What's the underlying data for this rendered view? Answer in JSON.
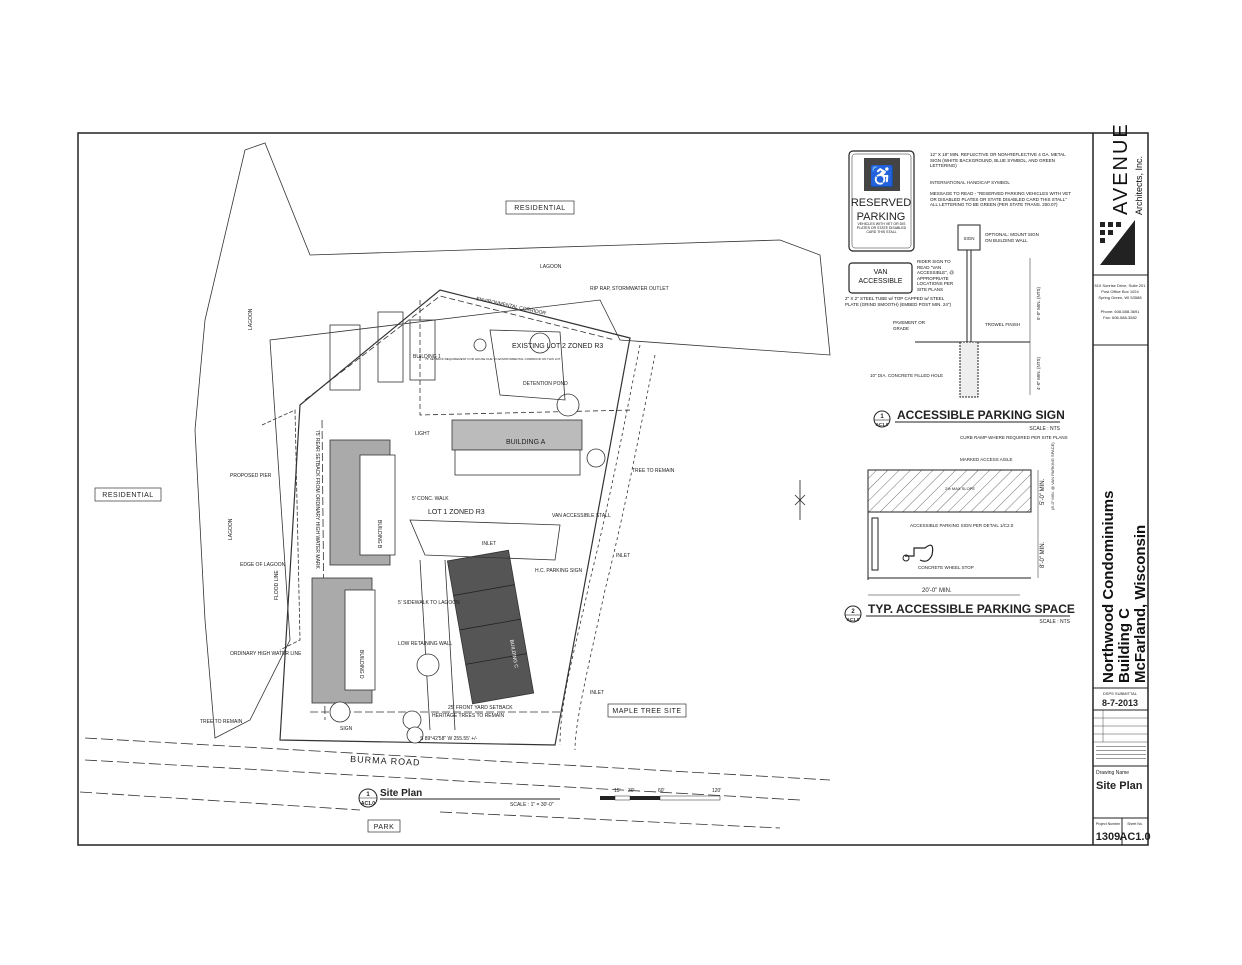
{
  "sheet": {
    "site_plan": {
      "labels": {
        "residential_top": "RESIDENTIAL",
        "residential_left": "RESIDENTIAL",
        "lagoon_top": "LAGOON",
        "lagoon_left": "LAGOON",
        "lagoon_left2": "LAGOON",
        "env_corridor": "ENVIRONMENTAL CORRIDOR",
        "rip_rap": "RIP RAP, STORMWATER OUTLET",
        "existing_lot2": "EXISTING LOT 2 ZONED R3",
        "detention_pond": "DETENTION POND",
        "setback_note": "75' SETBACK REQUIREMENT FOR HOUSE DUE TO ENVIRONMENTAL CORRIDOR ON THIS LOT",
        "building_1": "BUILDING 1",
        "building_a": "BUILDING A",
        "building_b": "BUILDING B",
        "building_c": "BUILDING C",
        "building_d": "BUILDING D",
        "lot1": "LOT 1 ZONED R3",
        "van_stall": "VAN ACCESSIBLE STALL",
        "hc_sign": "H.C. PARKING SIGN",
        "inlet": "INLET",
        "tree_remain": "TREE TO REMAIN",
        "proposed_pier": "PROPOSED PIER",
        "edge_lagoon": "EDGE OF LAGOON",
        "high_water": "ORDINARY HIGH WATER LINE",
        "flood_line": "FLOOD LINE",
        "rear_setback": "75' REAR SETBACK FROM ORDINARY HIGH WATER MARK",
        "sidewalk": "5' SIDEWALK TO LAGOON",
        "conc_walk": "5' CONC. WALK",
        "retaining_wall": "LOW RETAINING WALL",
        "front_setback": "25' FRONT YARD SETBACK",
        "heritage_trees": "HERITAGE TREES TO REMAIN",
        "maple_tree_site": "MAPLE TREE SITE",
        "burma_road": "BURMA ROAD",
        "park": "PARK",
        "light": "LIGHT",
        "sign": "SIGN",
        "bearing": "S 89°42'58\" W 255.55' +/-"
      },
      "caption": {
        "number": "1",
        "sheet_ref": "AC1.0",
        "title": "Site Plan",
        "scale": "SCALE : 1\" = 30'-0\"",
        "scale_ticks": [
          "15'",
          "30'",
          "60'",
          "120'"
        ]
      }
    },
    "parking_sign": {
      "sign_top": "RESERVED",
      "sign_bottom": "PARKING",
      "sign_small": "VEHICLES WITH VET OR DIS PLATES OR STATE DISABLED CARD THIS STALL",
      "van_sign": "VAN ACCESSIBLE",
      "note_size": "12\" X 18\" MIN. REFLECTIVE OR NON-REFLECTIVE 4 GA. METAL SIGN (WHITE BACKGROUND, BLUE SYMBOL, AND GREEN LETTERING)",
      "note_symbol": "INTERNATIONAL HANDICAP SYMBOL",
      "note_message": "MESSAGE TO READ - \"RESERVED PARKING VEHICLES WITH VET OR DISABLED PLATES OR STATE DISABLED CARD THIS STALL\" ALL LETTERING TO BE GREEN (PER STATE TRANS. 200.07)",
      "sign_box": "SIGN",
      "optional": "OPTIONAL: MOUNT SIGN ON BUILDING WALL",
      "rider": "RIDER SIGN TO READ \"VAN ACCESSIBLE\", @ APPROPRIATE LOCATIONS PER SITE PLANS",
      "tube": "2\" X 2\" STEEL TUBE w/ TOP CAPPED w/ STEEL PLATE (GRIND SMOOTH) (EMBED POST MIN. 24\")",
      "pavement": "PAVEMENT OR GRADE",
      "trowel": "TROWEL FINISH",
      "concrete": "10\" DIA. CONCRETE FILLED HOLE",
      "dim_upper": "5'-0\" MIN. (NTS)",
      "dim_lower": "4'-0\" MIN. (NTS)",
      "caption_number": "1",
      "caption_ref": "AC1.0",
      "caption_title": "ACCESSIBLE PARKING SIGN",
      "caption_scale": "SCALE : NTS"
    },
    "parking_space": {
      "curb_ramp": "CURB RAMP WHERE REQUIRED PER SITE PLANS",
      "aisle": "MARKED ACCESS AISLE",
      "slope": "2% MAX SLOPE",
      "sign_note": "ACCESSIBLE PARKING SIGN PER DETAIL 1/C2.0",
      "wheel_stop": "CONCRETE WHEEL STOP",
      "dim_aisle": "5'-0\" MIN.",
      "dim_van": "(8'-0\" MIN. @ VAN PARKING SPACE)",
      "dim_space": "8'-0\" MIN.",
      "dim_length": "20'-0\" MIN.",
      "caption_number": "2",
      "caption_ref": "AC1.0",
      "caption_title": "TYP. ACCESSIBLE PARKING SPACE",
      "caption_scale": "SCALE : NTS"
    },
    "title_block": {
      "firm_name": "AVENUE",
      "firm_sub": "Architects, Inc.",
      "address_1": "510 Sunrise Drive, Suite 201",
      "address_2": "Post Office Box 1024",
      "address_3": "Spring Green, WI 53588",
      "phone": "Phone: 608-588-3691",
      "fax": "Fax: 608-588-3582",
      "project_line1": "Northwood Condominiums",
      "project_line2": "Building C",
      "project_line3": "McFarland, Wisconsin",
      "submittal_label": "DSPS SUBMITTAL",
      "submittal_date": "8-7-2013",
      "drawing_name_label": "Drawing Name",
      "drawing_name": "Site Plan",
      "project_number_label": "Project Number",
      "project_number": "1309",
      "sheet_no_label": "Sheet No.",
      "sheet_no": "AC1.0"
    }
  }
}
